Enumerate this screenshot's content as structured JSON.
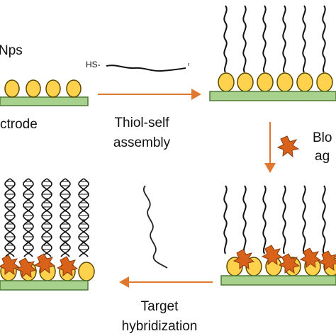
{
  "labels": {
    "aunps": "Nps",
    "electrode": "ctrode",
    "thiol_prefix": "HS-",
    "step1_line1": "Thiol-self",
    "step1_line2": "assembly",
    "step2_line1": "Blo",
    "step2_line2": "ag",
    "step3_line1": "Target",
    "step3_line2": "hybridization"
  },
  "colors": {
    "electrode_fill": "#a9d18e",
    "electrode_stroke": "#4e7a37",
    "nanoparticle_fill": "#ffd24d",
    "nanoparticle_stroke": "#5a4a00",
    "arrow": "#e0782e",
    "blocking_agent": "#d9621b",
    "strand": "#111111"
  }
}
